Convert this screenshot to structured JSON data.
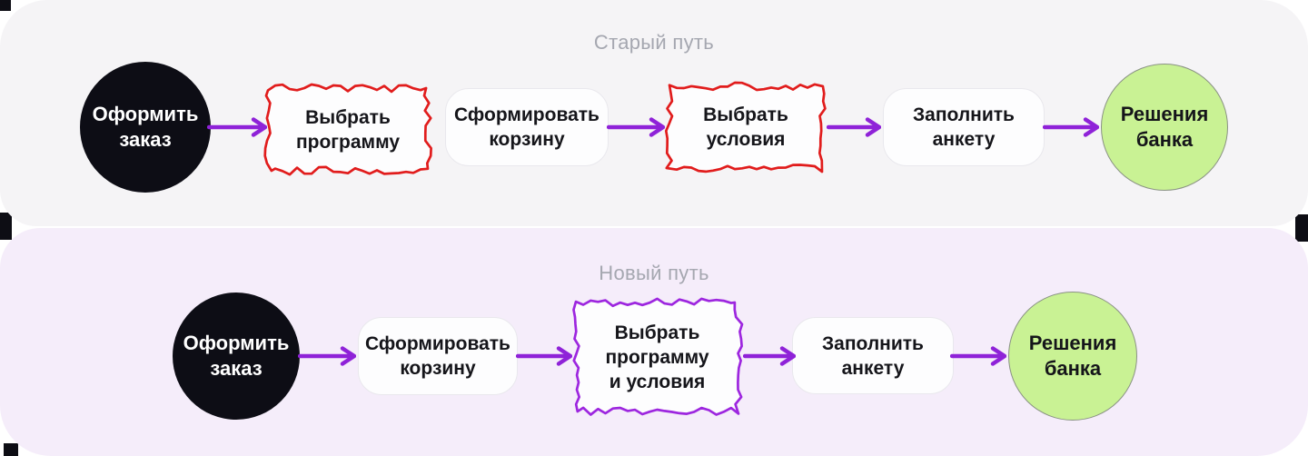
{
  "colors": {
    "old_panel_bg": "#f5f4f6",
    "new_panel_bg": "#f5edfa",
    "title_gray": "#a5a7b0",
    "dark_circle": "#0d0d15",
    "green_circle_fill": "#c9f294",
    "green_circle_border": "#8a9284",
    "red_squiggle": "#e11c1c",
    "purple_squiggle": "#9d26df",
    "arrow_purple": "#8f22d8",
    "box_bg": "#fdfdfe",
    "box_border": "#e9e8ed"
  },
  "old_path": {
    "title": "Старый путь",
    "nodes": [
      {
        "type": "circle-dark",
        "lines": [
          "Оформить",
          "заказ"
        ]
      },
      {
        "type": "squiggle-red",
        "lines": [
          "Выбрать",
          "программу"
        ]
      },
      {
        "type": "box",
        "lines": [
          "Сформировать",
          "корзину"
        ]
      },
      {
        "type": "squiggle-red",
        "lines": [
          "Выбрать",
          "условия"
        ]
      },
      {
        "type": "box",
        "lines": [
          "Заполнить",
          "анкету"
        ]
      },
      {
        "type": "circle-green",
        "lines": [
          "Решения",
          "банка"
        ]
      }
    ]
  },
  "new_path": {
    "title": "Новый путь",
    "nodes": [
      {
        "type": "circle-dark",
        "lines": [
          "Оформить",
          "заказ"
        ]
      },
      {
        "type": "box",
        "lines": [
          "Сформировать",
          "корзину"
        ]
      },
      {
        "type": "squiggle-purple",
        "lines": [
          "Выбрать",
          "программу",
          "и условия"
        ]
      },
      {
        "type": "box",
        "lines": [
          "Заполнить",
          "анкету"
        ]
      },
      {
        "type": "circle-green",
        "lines": [
          "Решения",
          "банка"
        ]
      }
    ]
  }
}
